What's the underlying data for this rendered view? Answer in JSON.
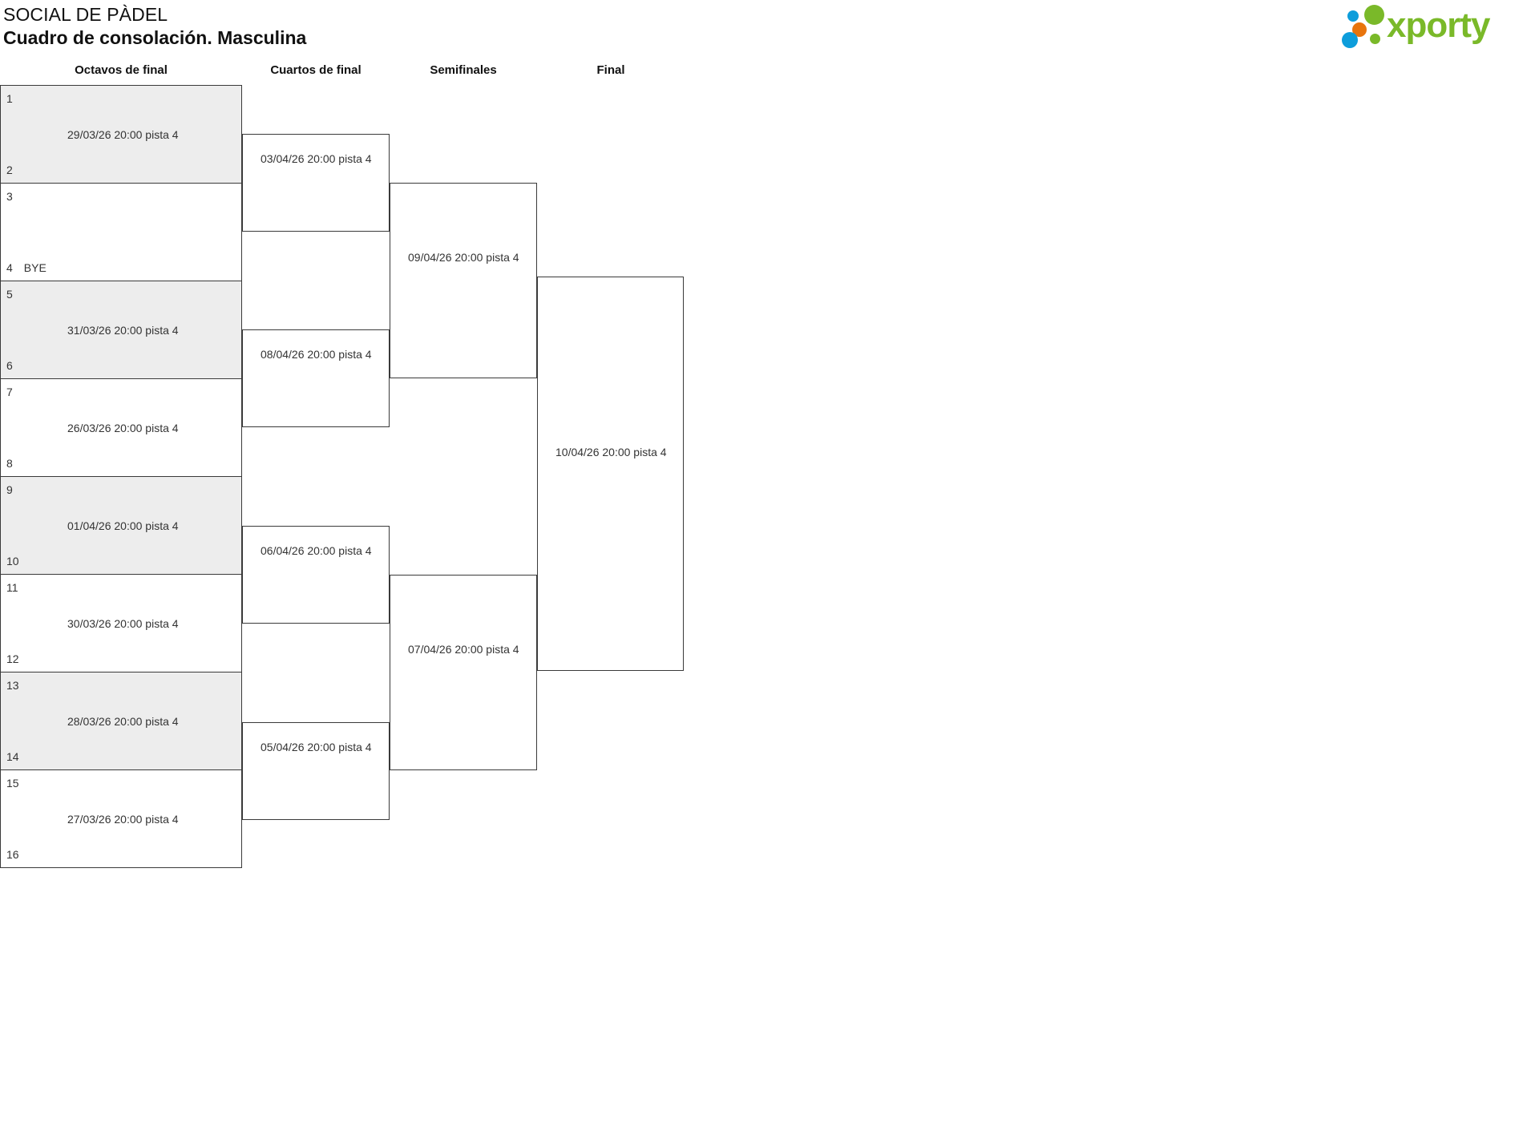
{
  "header": {
    "tournament": "SOCIAL DE PÀDEL",
    "subtitle": "Cuadro de consolación. Masculina",
    "logo_text": "xporty",
    "logo_colors": {
      "green": "#7ab929",
      "blue": "#0d9ddb",
      "orange": "#e8740c"
    }
  },
  "rounds": [
    {
      "label": "Octavos de final"
    },
    {
      "label": "Cuartos de final"
    },
    {
      "label": "Semifinales"
    },
    {
      "label": "Final"
    }
  ],
  "bracket": {
    "bye_label": "BYE",
    "octavos": [
      {
        "seed_top": "1",
        "seed_bottom": "2",
        "top_label": "",
        "bottom_label": "",
        "date": "29/03/26 20:00 pista 4",
        "shade": "grey"
      },
      {
        "seed_top": "3",
        "seed_bottom": "4",
        "top_label": "",
        "bottom_label": "BYE",
        "date": "",
        "shade": "white"
      },
      {
        "seed_top": "5",
        "seed_bottom": "6",
        "top_label": "",
        "bottom_label": "",
        "date": "31/03/26 20:00 pista 4",
        "shade": "grey"
      },
      {
        "seed_top": "7",
        "seed_bottom": "8",
        "top_label": "",
        "bottom_label": "",
        "date": "26/03/26 20:00 pista 4",
        "shade": "white"
      },
      {
        "seed_top": "9",
        "seed_bottom": "10",
        "top_label": "",
        "bottom_label": "",
        "date": "01/04/26 20:00 pista 4",
        "shade": "grey"
      },
      {
        "seed_top": "11",
        "seed_bottom": "12",
        "top_label": "",
        "bottom_label": "",
        "date": "30/03/26 20:00 pista 4",
        "shade": "white"
      },
      {
        "seed_top": "13",
        "seed_bottom": "14",
        "top_label": "",
        "bottom_label": "",
        "date": "28/03/26 20:00 pista 4",
        "shade": "grey"
      },
      {
        "seed_top": "15",
        "seed_bottom": "16",
        "top_label": "",
        "bottom_label": "",
        "date": "27/03/26 20:00 pista 4",
        "shade": "white"
      }
    ],
    "cuartos": [
      {
        "date": "03/04/26 20:00 pista 4"
      },
      {
        "date": "08/04/26 20:00 pista 4"
      },
      {
        "date": "06/04/26 20:00 pista 4"
      },
      {
        "date": "05/04/26 20:00 pista 4"
      }
    ],
    "semifinales": [
      {
        "date": "09/04/26 20:00 pista 4"
      },
      {
        "date": "07/04/26 20:00 pista 4"
      }
    ],
    "final": [
      {
        "date": "10/04/26 20:00 pista 4"
      }
    ]
  }
}
